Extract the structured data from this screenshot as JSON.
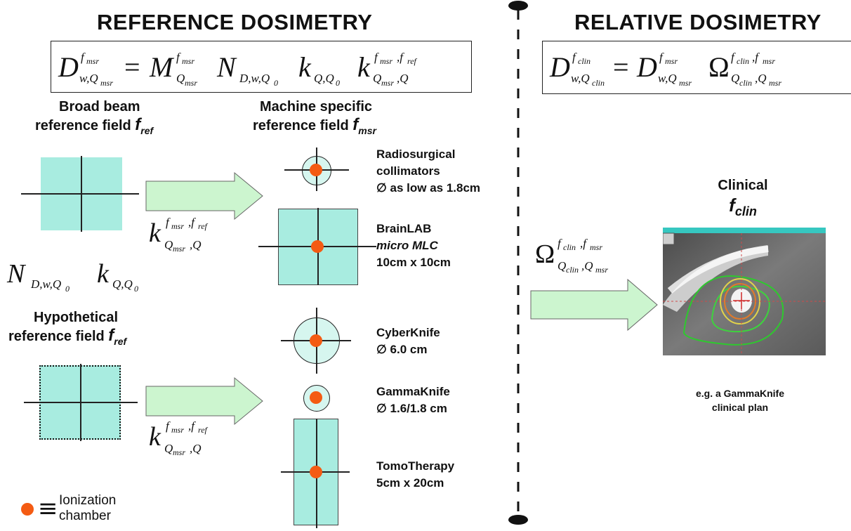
{
  "headings": {
    "reference": "REFERENCE DOSIMETRY",
    "relative": "RELATIVE DOSIMETRY"
  },
  "left_labels": {
    "broad_beam_1": "Broad beam",
    "broad_beam_2": "reference field",
    "machine_specific_1": "Machine specific",
    "machine_specific_2": "reference field",
    "hypothetical_1": "Hypothetical",
    "hypothetical_2": "reference field",
    "f_ref": "f",
    "f_ref_sub": "ref",
    "f_msr": "f",
    "f_msr_sub": "msr"
  },
  "machines": [
    {
      "name_1": "Radiosurgical",
      "name_2": "collimators",
      "detail": "∅ as low as 1.8cm"
    },
    {
      "name_1": "BrainLAB",
      "name_2": "micro MLC",
      "detail": "10cm x 10cm"
    },
    {
      "name_1": "CyberKnife",
      "detail": "∅ 6.0 cm"
    },
    {
      "name_1": "GammaKnife",
      "detail": "∅ 1.6/1.8 cm"
    },
    {
      "name_1": "TomoTherapy",
      "detail": "5cm x 20cm"
    }
  ],
  "clinical": {
    "title": "Clinical",
    "f_symbol": "f",
    "f_sub": "clin",
    "caption_1": "e.g. a GammaKnife",
    "caption_2": "clinical plan"
  },
  "legend": {
    "equiv": "≡",
    "text_1": "Ionization",
    "text_2": "chamber"
  },
  "colors": {
    "field_fill": "#a8ece0",
    "arrow_fill": "#ccf5cf",
    "chamber_dot": "#f45b13"
  }
}
